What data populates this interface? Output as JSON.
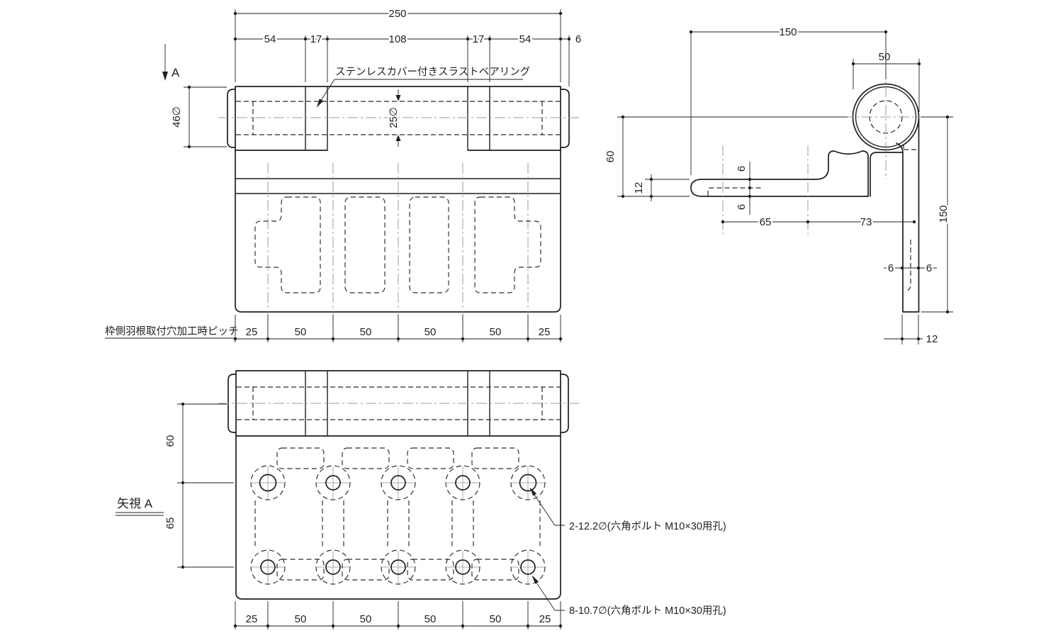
{
  "meta": {
    "background": "#ffffff",
    "ink_color": "#1f1f1f",
    "centerline_color": "#9b9b9b"
  },
  "front_view": {
    "note_bearing": "ステンレスカバー付きスラストベアリング",
    "note_pitch": "枠側羽根取付穴加工時ピッチ",
    "section_arrow_label": "A",
    "dim_overall": "250",
    "dims_top": [
      "54",
      "17",
      "108",
      "17",
      "54",
      "6"
    ],
    "dim_barrel_dia": "46∅",
    "dim_pin_dia": "25∅",
    "dims_pitch": [
      "25",
      "50",
      "50",
      "50",
      "50",
      "25"
    ]
  },
  "side_view": {
    "dim_overall": "150",
    "dim_knuckle": "50",
    "dim_center_height": "60",
    "dim_plate_thickness": "12",
    "dim_arm_slot_upper": "6",
    "dim_arm_slot_lower": "6",
    "dim_pitch_left": "65",
    "dim_pitch_right": "73",
    "dim_leg_length": "150",
    "dim_leg_slot_left": "6",
    "dim_leg_slot_right": "6",
    "dim_leg_thickness": "12"
  },
  "bottom_view": {
    "view_label": "矢視 A",
    "dim_row_offset": "60",
    "dim_row_pitch": "65",
    "dims_pitch": [
      "25",
      "50",
      "50",
      "50",
      "50",
      "25"
    ],
    "note_large_holes": "2-12.2∅(六角ボルト M10×30用孔)",
    "note_small_holes": "8-10.7∅(六角ボルト M10×30用孔)"
  }
}
